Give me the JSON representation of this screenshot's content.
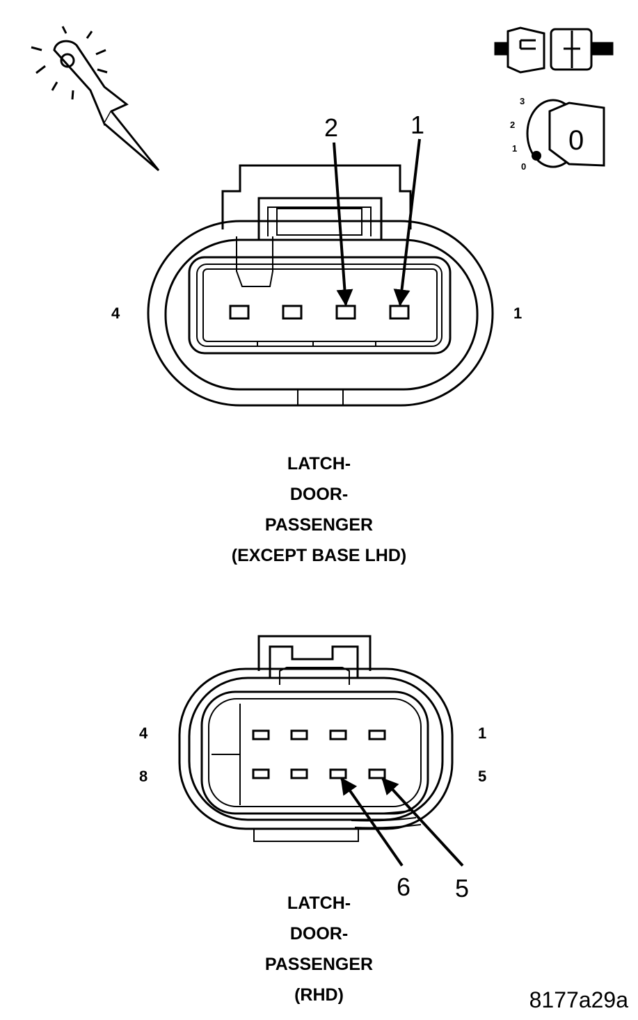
{
  "connector_1": {
    "title_lines": [
      "LATCH-",
      "DOOR-",
      "PASSENGER",
      "(EXCEPT BASE LHD)"
    ],
    "pin_range_left": "4",
    "pin_range_right": "1",
    "callouts": [
      "2",
      "1"
    ]
  },
  "connector_2": {
    "title_lines": [
      "LATCH-",
      "DOOR-",
      "PASSENGER",
      "(RHD)"
    ],
    "row1_left": "4",
    "row1_right": "1",
    "row2_left": "8",
    "row2_right": "5",
    "callouts": [
      "6",
      "5"
    ]
  },
  "icons": {
    "probe": "test-probe-icon",
    "disconnect": "connector-disconnected-icon",
    "ignition": "ignition-key-off-icon"
  },
  "ignition_scale": [
    "3",
    "2",
    "1",
    "0"
  ],
  "ignition_key_label": "0",
  "figure_id": "8177a29a"
}
